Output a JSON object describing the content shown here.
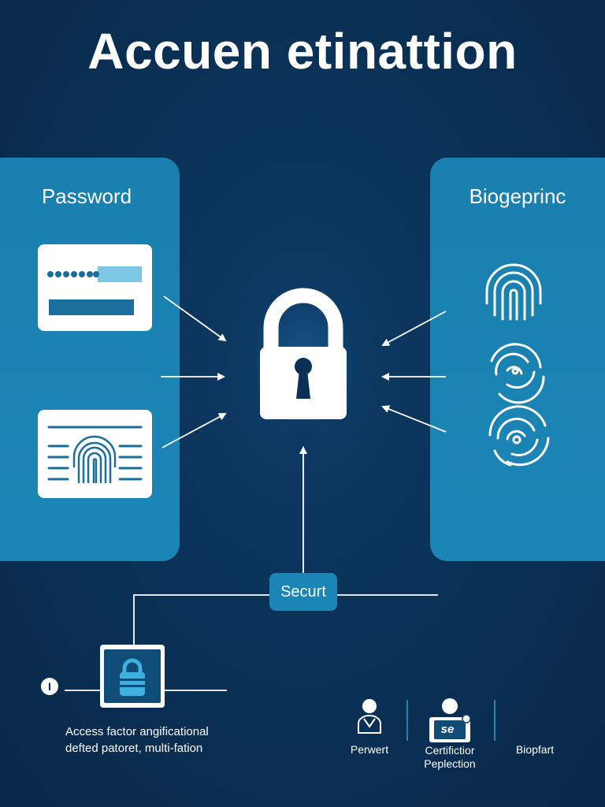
{
  "title": "Accuen etinattion",
  "left_panel": {
    "label": "Password"
  },
  "right_panel": {
    "label": "Biogeprinc"
  },
  "center": {
    "label": "Securt",
    "info_glyph": "I"
  },
  "caption": {
    "line1": "Access factor angificational",
    "line2": "defted patoret, multi-fation"
  },
  "bottom_items": [
    {
      "label": "Perwert",
      "icon": "person-icon"
    },
    {
      "label_line1": "Certifictior",
      "label_line2": "Peplection",
      "icon": "person-id-card-icon",
      "badge": "se"
    },
    {
      "label": "Biopfart",
      "icon": ""
    }
  ],
  "colors": {
    "background": "#0a3055",
    "panel": "#1a7fae",
    "accent": "#1b86b6",
    "white": "#ffffff"
  }
}
